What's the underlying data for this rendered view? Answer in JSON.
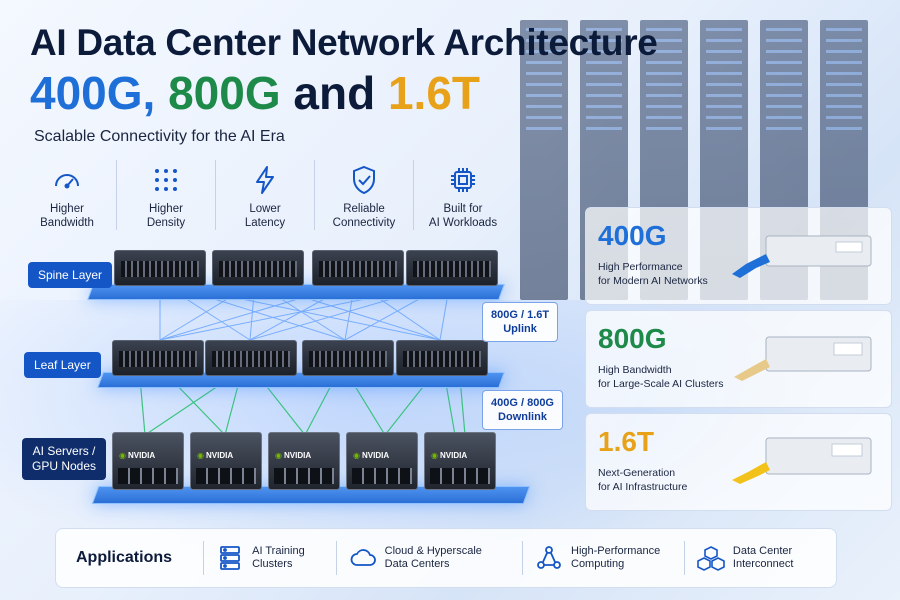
{
  "header": {
    "title": "AI Data Center Network Architecture",
    "speed_400": "400G,",
    "speed_800": "800G",
    "and": "and",
    "speed_16": "1.6T",
    "tagline": "Scalable Connectivity for the AI Era"
  },
  "features": [
    {
      "icon": "gauge-icon",
      "line1": "Higher",
      "line2": "Bandwidth"
    },
    {
      "icon": "grid-dots-icon",
      "line1": "Higher",
      "line2": "Density"
    },
    {
      "icon": "lightning-icon",
      "line1": "Lower",
      "line2": "Latency"
    },
    {
      "icon": "shield-check-icon",
      "line1": "Reliable",
      "line2": "Connectivity"
    },
    {
      "icon": "chip-icon",
      "line1": "Built for",
      "line2": "AI Workloads"
    }
  ],
  "diagram": {
    "spine_label": "Spine Layer",
    "leaf_label": "Leaf Layer",
    "server_label_1": "AI Servers /",
    "server_label_2": "GPU Nodes",
    "uplink_1": "800G / 1.6T",
    "uplink_2": "Uplink",
    "downlink_1": "400G / 800G",
    "downlink_2": "Downlink",
    "server_brand": "NVIDIA"
  },
  "products": [
    {
      "speed": "400G",
      "line1": "High Performance",
      "line2": "for Modern AI Networks",
      "color": "#1f6fd8",
      "tab_color": "#1f6fd8"
    },
    {
      "speed": "800G",
      "line1": "High Bandwidth",
      "line2": "for Large-Scale AI Clusters",
      "color": "#1e8a4a",
      "tab_color": "#e7c98a"
    },
    {
      "speed": "1.6T",
      "line1": "Next-Generation",
      "line2": "for AI Infrastructure",
      "color": "#e8a21a",
      "tab_color": "#f2c21a"
    }
  ],
  "applications": {
    "title": "Applications",
    "items": [
      {
        "icon": "server-stack-icon",
        "line1": "AI Training",
        "line2": "Clusters"
      },
      {
        "icon": "cloud-icon",
        "line1": "Cloud & Hyperscale",
        "line2": "Data Centers"
      },
      {
        "icon": "network-nodes-icon",
        "line1": "High-Performance",
        "line2": "Computing"
      },
      {
        "icon": "cubes-icon",
        "line1": "Data Center",
        "line2": "Interconnect"
      }
    ]
  }
}
